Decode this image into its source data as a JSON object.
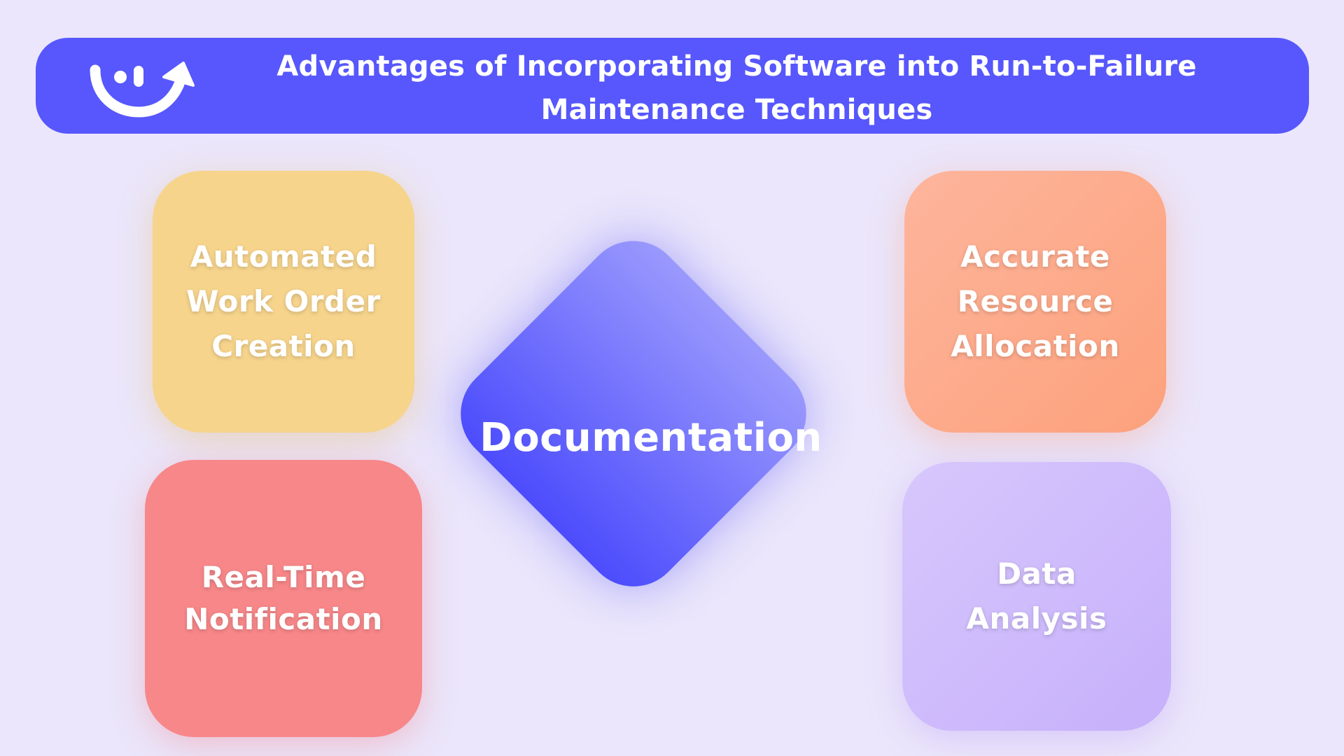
{
  "header": {
    "title": "Advantages of Incorporating Software into Run-to-Failure Maintenance Techniques",
    "logo_icon": "smiley-arrow-logo-icon"
  },
  "center": {
    "label": "Documentation"
  },
  "cards": [
    {
      "label": "Automated Work Order Creation",
      "color": "#f6d48c"
    },
    {
      "label": "Accurate Resource Allocation",
      "color": "#fda17c"
    },
    {
      "label": "Real-Time Notification",
      "color": "#f78789"
    },
    {
      "label": "Data Analysis",
      "color": "#c6b0fb"
    }
  ],
  "colors": {
    "background": "#ebe6fb",
    "banner": "#5757fd",
    "center": "#4c4cfd"
  }
}
